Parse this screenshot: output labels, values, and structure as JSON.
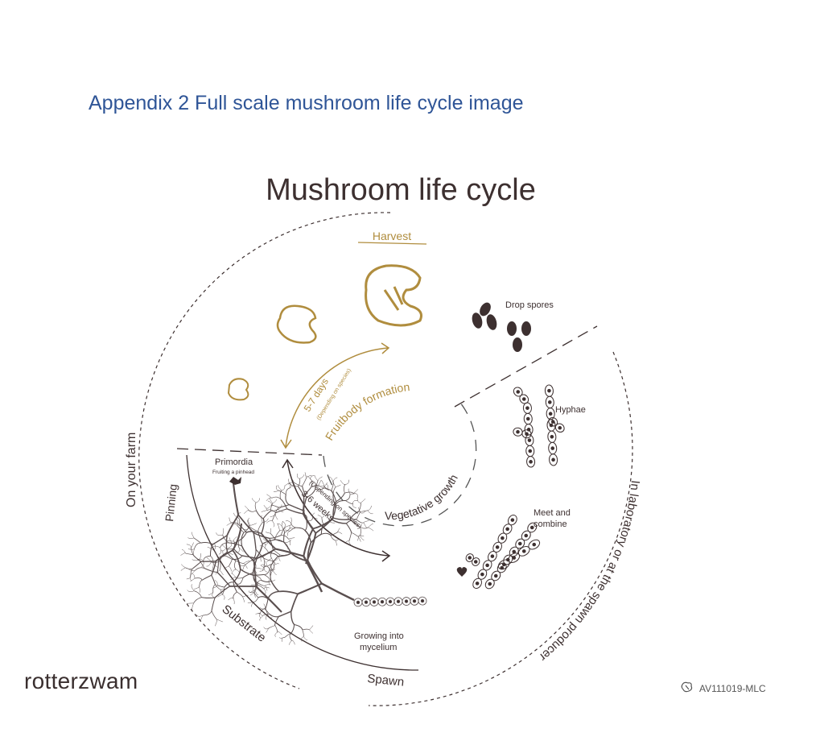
{
  "page": {
    "heading": "Appendix 2 Full scale mushroom life cycle image",
    "brand": "rotterzwam",
    "code": "AV111019-MLC"
  },
  "diagram": {
    "title": "Mushroom life cycle",
    "harvest": "Harvest",
    "drop_spores": "Drop spores",
    "hyphae": "Hyphae",
    "meet_combine": [
      "Meet and",
      "combine"
    ],
    "fruitbody_formation": "Fruitbody formation",
    "fruit_days": "5-7 days",
    "fruit_depending": "(Depending on species)",
    "vegetative_growth": "Vegetative growth",
    "veg_weeks": "3-6 weeks",
    "veg_depending": "(Depending on species)",
    "primordia": "Primordia",
    "primordia_sub": "Fruiting a pinhead",
    "growing": [
      "Growing into",
      "mycelium"
    ],
    "on_your_farm": "On your farm",
    "pinning": "Pinning",
    "substrate": "Substrate",
    "spawn": "Spawn",
    "laboratory": "In laboratory or at the spawn producer"
  },
  "colors": {
    "gold": "#b08d3e",
    "dark": "#3d3030",
    "heading": "#2f5597"
  }
}
